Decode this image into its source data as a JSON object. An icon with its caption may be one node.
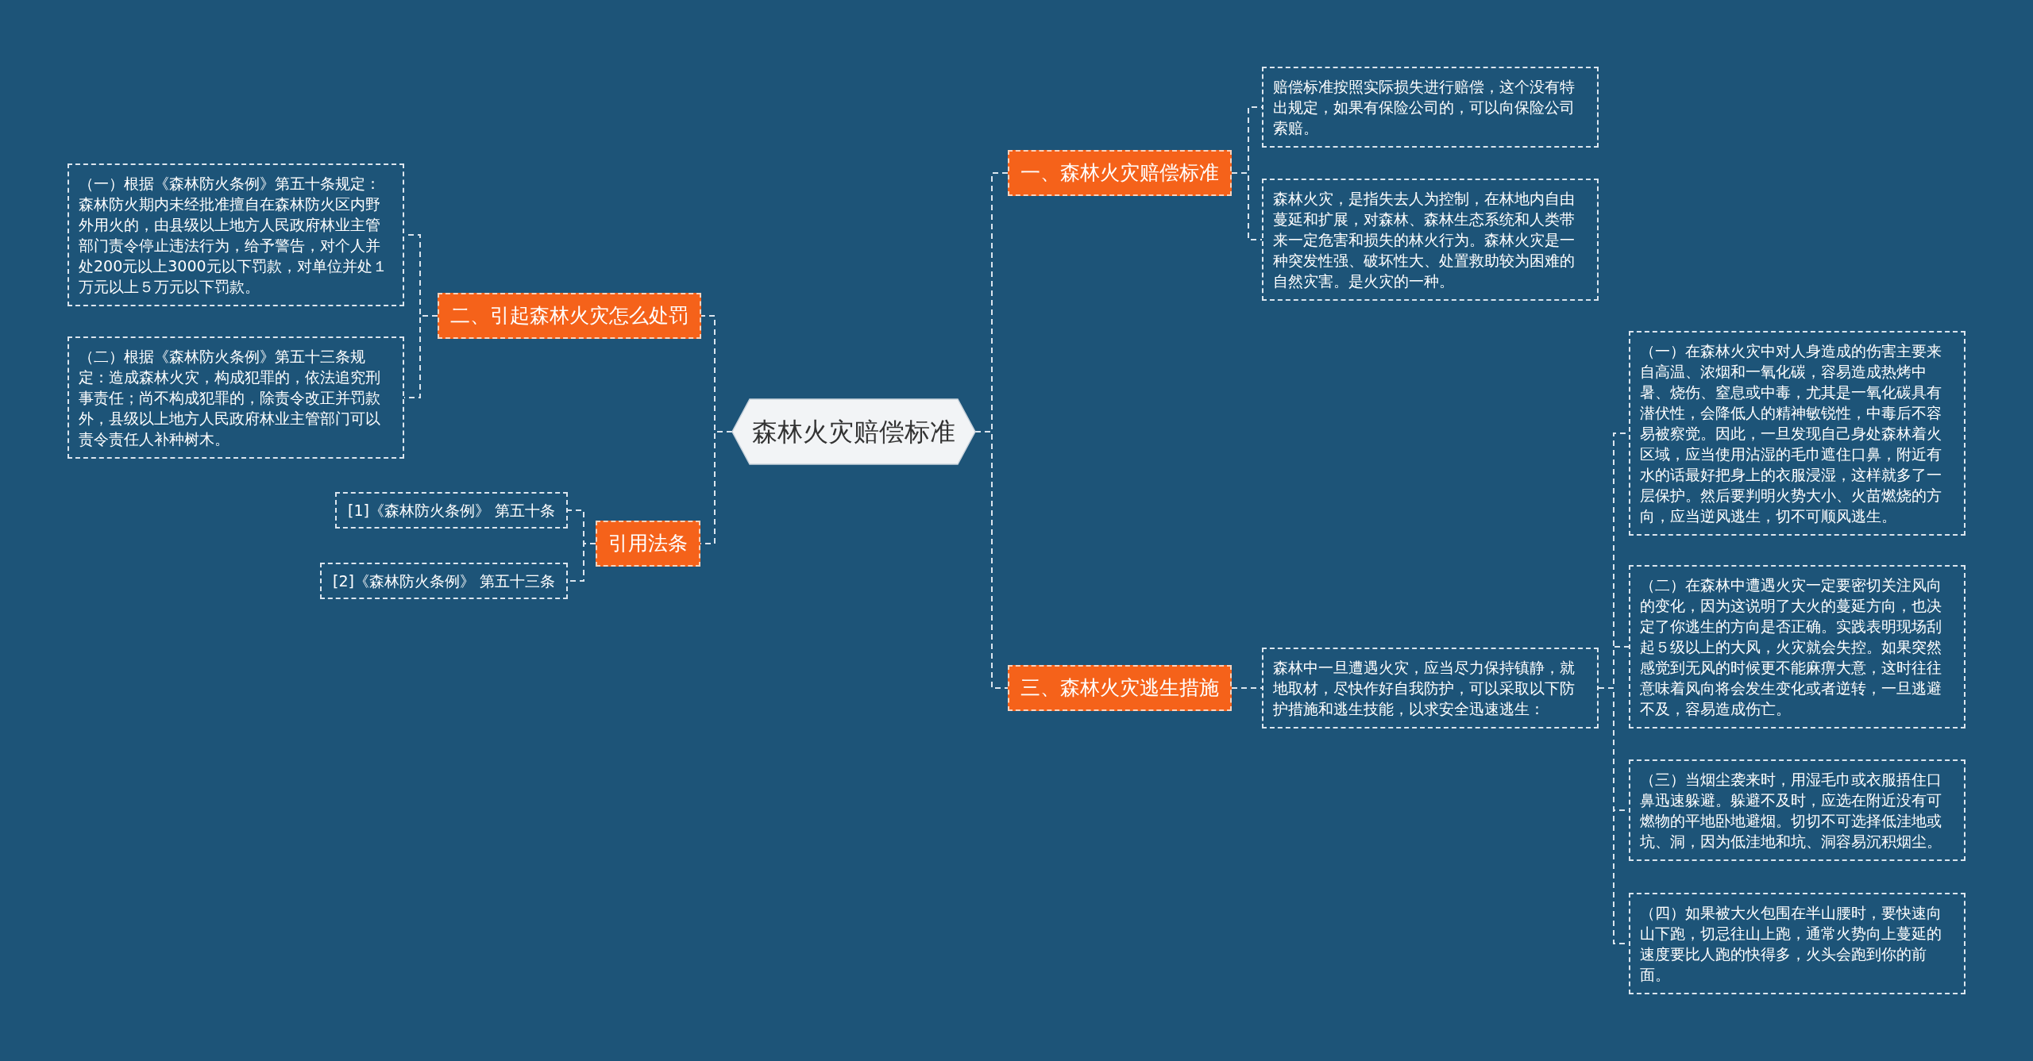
{
  "diagram": {
    "nodes": [
      {
        "text": [
          "森林火灾赔偿标准"
        ]
      },
      {
        "text": [
          "一、森林火灾赔偿标准"
        ]
      },
      {
        "text": [
          "赔偿标准按照实际损失进行赔偿，这个没有特出规定，如果有保险公司的，可以向保险公司索赔。"
        ]
      },
      {
        "text": [
          "森林火灾，是指失去人为控制，在林地内自由蔓延和扩展，对森林、森林生态系统和人类带来一定危害和损失的林火行为。森林火灾是一种突发性强、破坏性大、处置救助较为困难的自然灾害。是火灾的一种。"
        ]
      },
      {
        "text": [
          "二、引起森林火灾怎么处罚"
        ]
      },
      {
        "text": [
          "（一）根据《森林防火条例》第五十条规定：森林防火期内未经批准擅自在森林防火区内野外用火的，由县级以上地方人民政府林业主管部门责令停止违法行为，给予警告，对个人并处200元以上3000元以下罚款，对单位并处１万元以上５万元以下罚款。"
        ]
      },
      {
        "text": [
          "（二）根据《森林防火条例》第五十三条规定：造成森林火灾，构成犯罪的，依法追究刑事责任；尚不构成犯罪的，除责令改正并罚款外，县级以上地方人民政府林业主管部门可以责令责任人补种树木。"
        ]
      },
      {
        "text": [
          "引用法条"
        ]
      },
      {
        "text": [
          "[1]《森林防火条例》 第五十条"
        ]
      },
      {
        "text": [
          "[2]《森林防火条例》 第五十三条"
        ]
      },
      {
        "text": [
          "三、森林火灾逃生措施"
        ]
      },
      {
        "text": [
          "森林中一旦遭遇火灾，应当尽力保持镇静，就地取材，尽快作好自我防护，可以采取以下防护措施和逃生技能，以求安全迅速逃生："
        ]
      },
      {
        "text": [
          "（一）在森林火灾中对人身造成的伤害主要来自高温、浓烟和一氧化碳，容易造成热烤中暑、烧伤、窒息或中毒，尤其是一氧化碳具有潜伏性，会降低人的精神敏锐性，中毒后不容易被察觉。因此，一旦发现自己身处森林着火区域，应当使用沾湿的毛巾遮住口鼻，附近有水的话最好把身上的衣服浸湿，这样就多了一层保护。然后要判明火势大小、火苗燃烧的方向，应当逆风逃生，切不可顺风逃生。"
        ]
      },
      {
        "text": [
          "（二）在森林中遭遇火灾一定要密切关注风向的变化，因为这说明了大火的蔓延方向，也决定了你逃生的方向是否正确。实践表明现场刮起５级以上的大风，火灾就会失控。如果突然感觉到无风的时候更不能麻痹大意，这时往往意味着风向将会发生变化或者逆转，一旦逃避不及，容易造成伤亡。"
        ]
      },
      {
        "text": [
          "（三）当烟尘袭来时，用湿毛巾或衣服捂住口鼻迅速躲避。躲避不及时，应选在附近没有可燃物的平地卧地避烟。切切不可选择低洼地或坑、洞，因为低洼地和坑、洞容易沉积烟尘。"
        ]
      },
      {
        "text": [
          "（四）如果被大火包围在半山腰时，要快速向山下跑，切忌往山上跑，通常火势向上蔓延的速度要比人跑的快得多，火头会跑到你的前面。"
        ]
      }
    ],
    "edges": [
      {
        "from": 0,
        "to": 1,
        "arrow": "none"
      },
      {
        "from": 0,
        "to": 10,
        "arrow": "none"
      },
      {
        "from": 0,
        "to": 4,
        "arrow": "none"
      },
      {
        "from": 0,
        "to": 7,
        "arrow": "none"
      },
      {
        "from": 1,
        "to": 2,
        "arrow": "none"
      },
      {
        "from": 1,
        "to": 3,
        "arrow": "none"
      },
      {
        "from": 4,
        "to": 5,
        "arrow": "none"
      },
      {
        "from": 4,
        "to": 6,
        "arrow": "none"
      },
      {
        "from": 7,
        "to": 8,
        "arrow": "none"
      },
      {
        "from": 7,
        "to": 9,
        "arrow": "none"
      },
      {
        "from": 10,
        "to": 11,
        "arrow": "none"
      },
      {
        "from": 11,
        "to": 12,
        "arrow": "none"
      },
      {
        "from": 11,
        "to": 13,
        "arrow": "none"
      },
      {
        "from": 11,
        "to": 14,
        "arrow": "none"
      },
      {
        "from": 11,
        "to": 15,
        "arrow": "none"
      }
    ]
  }
}
